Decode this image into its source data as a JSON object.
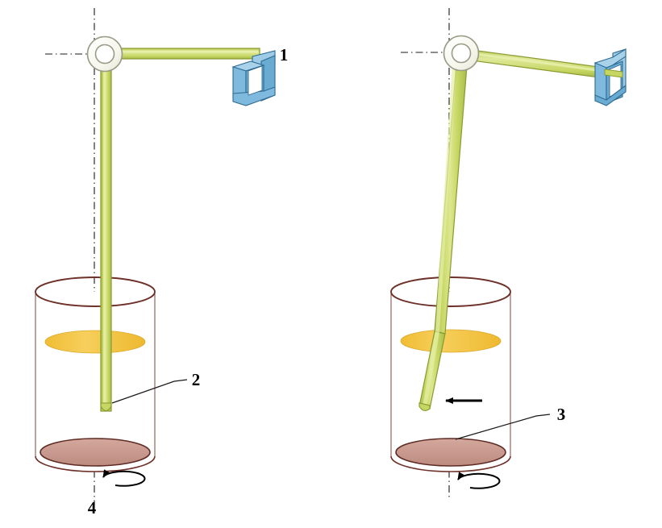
{
  "figure": {
    "title": "Rotating rod viscometer / stirrer schematic",
    "panels": [
      {
        "id": "panel-left",
        "name": "undeflected-state",
        "description": "Vertical rod at rest, straight and aligned with rotation axis",
        "rod_state": "straight-vertical"
      },
      {
        "id": "panel-right",
        "name": "deflected-state",
        "description": "Rod deflected and bent under fluid drag while rotating",
        "rod_state": "bent-deflected"
      }
    ]
  },
  "callouts": [
    {
      "id": "callout-1",
      "label": "1",
      "refers_to": "clamp-holder",
      "panel": "panel-left"
    },
    {
      "id": "callout-2",
      "label": "2",
      "refers_to": "rod",
      "panel": "panel-left"
    },
    {
      "id": "callout-3",
      "label": "3",
      "refers_to": "beaker-vessel",
      "panel": "panel-right"
    },
    {
      "id": "callout-4",
      "label": "4",
      "refers_to": "rotation-direction",
      "panel": "panel-left"
    }
  ],
  "colors": {
    "rod_fill": "#c6d662",
    "rod_edge": "#8a9a2e",
    "rod_highlight": "#e2ec9a",
    "clamp_fill": "#7fb9dd",
    "clamp_top": "#a8d2ea",
    "clamp_side": "#5d9ec7",
    "clamp_edge": "#2f6b92",
    "beaker_wall": "#8a3b34",
    "beaker_wall_fill": "#b9776d",
    "liquid_surface": "#f4c744",
    "liquid_surface_edge": "#d9a92b",
    "beaker_bottom": "#c89a8f",
    "hub_fill": "#fdfdf6",
    "hub_edge": "#9a9a86",
    "axis_line": "#1a1a1a",
    "label_text": "#000000",
    "leader_line": "#1a1a1a",
    "arrow": "#000000",
    "background": "#ffffff"
  },
  "elements": {
    "pivot_hub": {
      "name": "pivot-hub",
      "shape": "annulus"
    },
    "horizontal_arm": {
      "name": "horizontal-arm",
      "shape": "beam"
    },
    "vertical_rod": {
      "name": "vertical-rod",
      "shape": "slender-rod"
    },
    "clamp_holder": {
      "name": "clamp-holder",
      "shape": "u-bracket-3d"
    },
    "beaker": {
      "name": "beaker-vessel",
      "shape": "open-cylinder"
    },
    "liquid": {
      "name": "liquid-surface",
      "shape": "ellipse"
    },
    "axis_vertical": {
      "name": "rotation-axis",
      "style": "dash-dot"
    },
    "axis_horizontal": {
      "name": "horizontal-reference-axis",
      "style": "dash-dot"
    },
    "rotation_arrow": {
      "name": "rotation-direction-arrow",
      "style": "circular-arrow"
    },
    "deflection_arrow": {
      "name": "deflection-direction-arrow",
      "style": "straight-arrow"
    }
  }
}
